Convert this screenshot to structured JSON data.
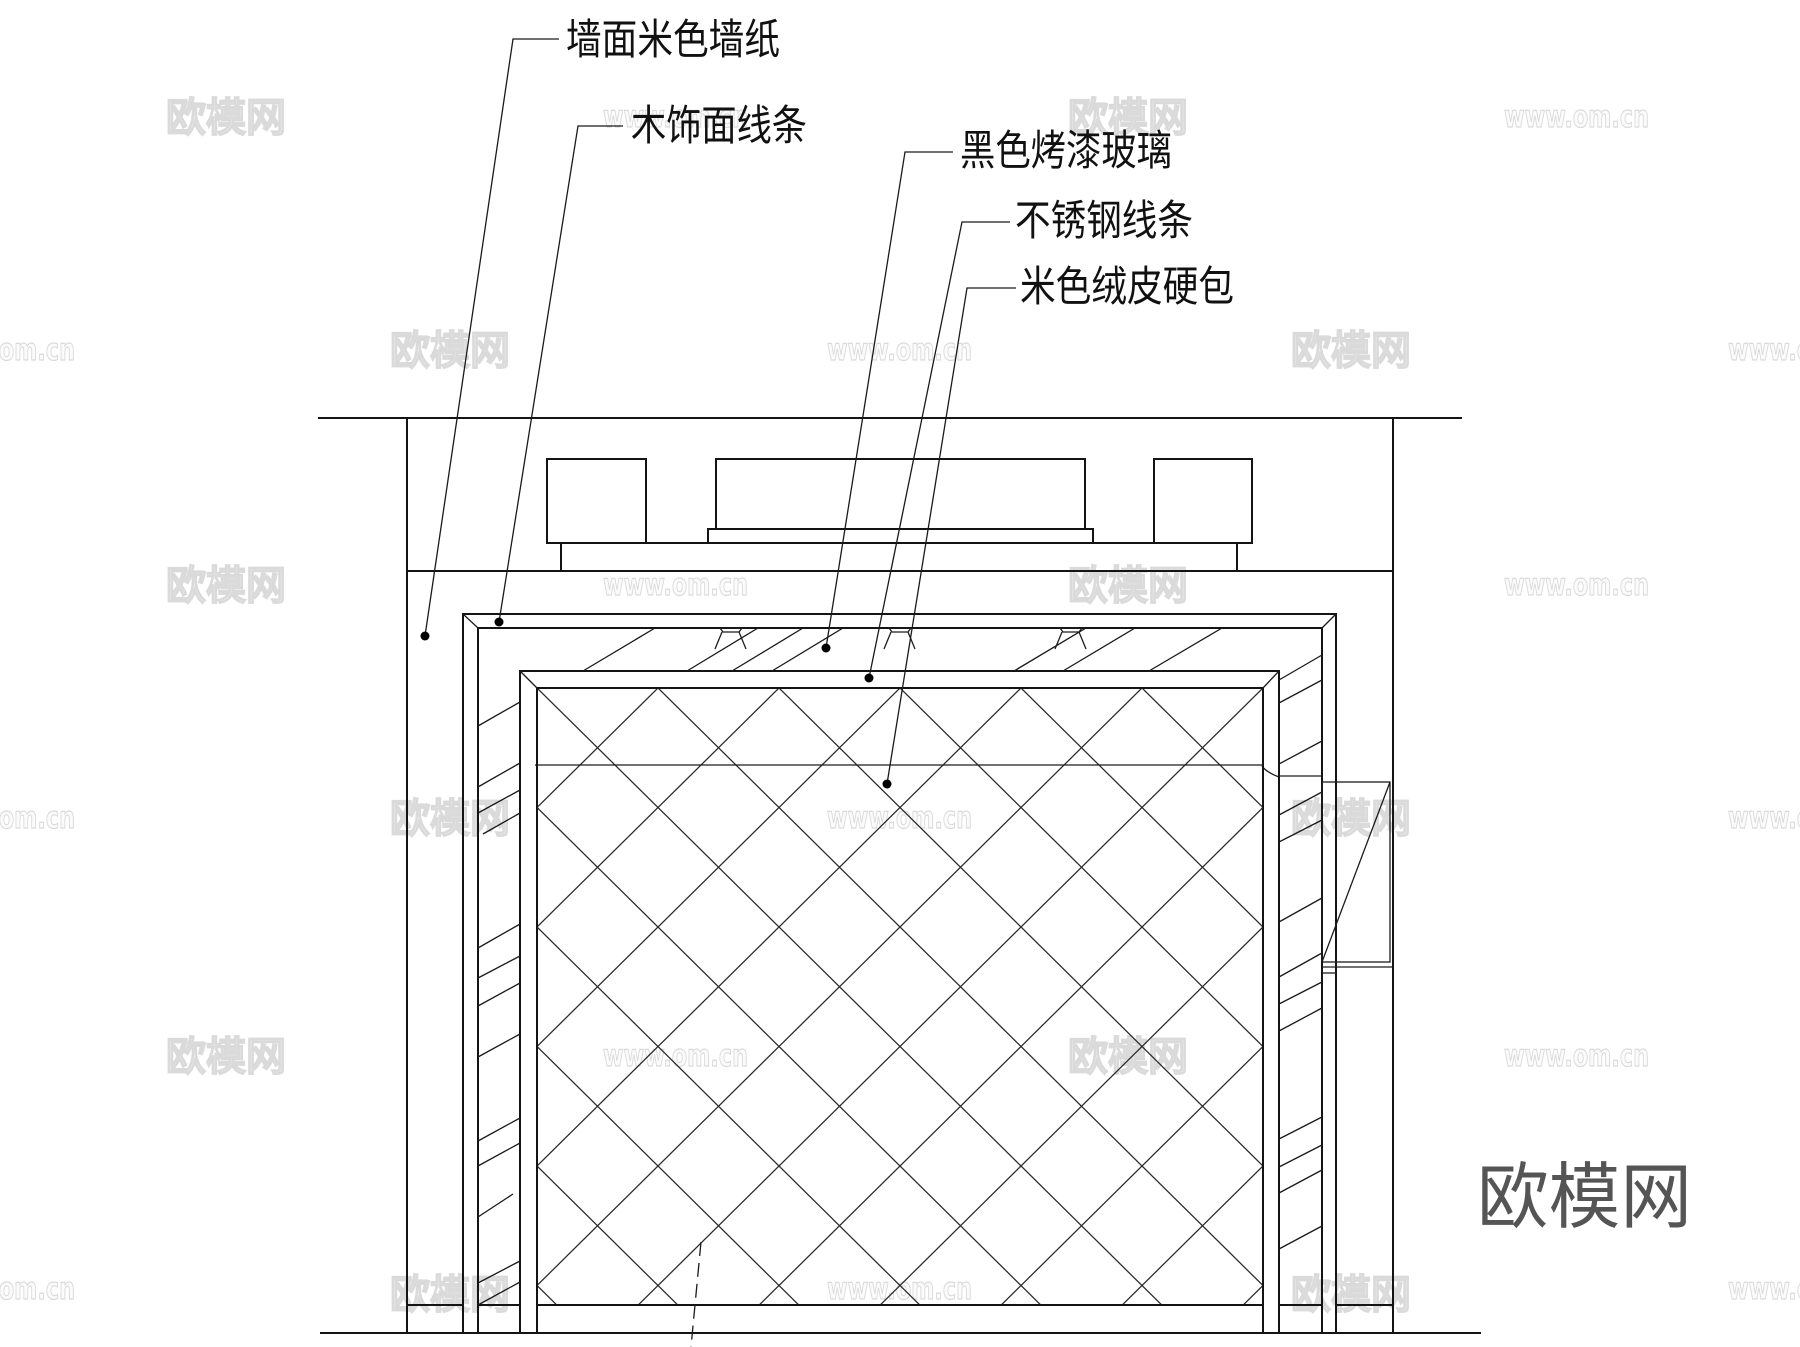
{
  "drawing": {
    "kind": "interior wall elevation (CAD)",
    "callouts": [
      {
        "text": "墙面米色墙纸"
      },
      {
        "text": "木饰面线条"
      },
      {
        "text": "黑色烤漆玻璃"
      },
      {
        "text": "不锈钢线条"
      },
      {
        "text": "米色绒皮硬包"
      }
    ]
  },
  "watermarks": {
    "logo": "欧模网",
    "url": "www.om.cn",
    "big_logo": "欧模网"
  },
  "colors": {
    "background": "#ffffff",
    "line": "#141414",
    "watermark_outline": "#dadada",
    "big_watermark": "#555555"
  }
}
